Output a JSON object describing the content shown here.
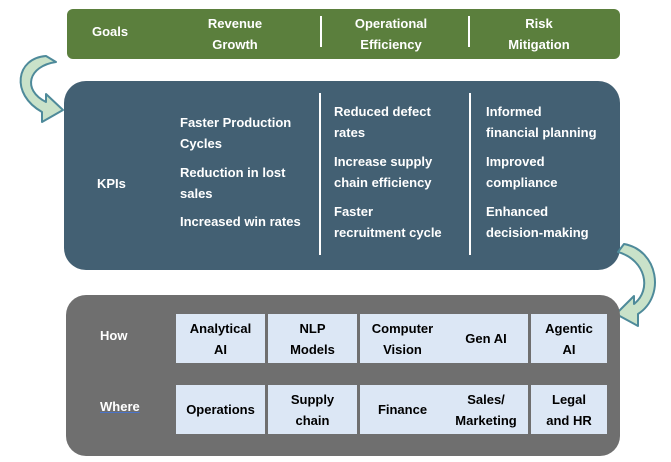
{
  "goals": {
    "label": "Goals",
    "items": [
      {
        "line1": "Revenue",
        "line2": "Growth"
      },
      {
        "line1": "Operational",
        "line2": "Efficiency"
      },
      {
        "line1": "Risk",
        "line2": "Mitigation"
      }
    ]
  },
  "kpis": {
    "label": "KPIs",
    "columns": [
      [
        "Faster Production Cycles",
        "Reduction in lost sales",
        "Increased win rates"
      ],
      [
        "Reduced defect rates",
        "Increase supply chain efficiency",
        "Faster recruitment cycle"
      ],
      [
        "Informed financial planning",
        "Improved compliance",
        "Enhanced decision-making"
      ]
    ],
    "column_lines": [
      [
        "Faster Production",
        "Cycles",
        "Reduction in lost",
        "sales",
        "Increased win rates"
      ],
      [
        "Reduced defect",
        "rates",
        "Increase supply",
        "chain efficiency",
        "Faster",
        "recruitment cycle"
      ],
      [
        "Informed",
        "financial planning",
        "Improved",
        "compliance",
        "Enhanced",
        "decision-making"
      ]
    ]
  },
  "how": {
    "label": "How",
    "items": [
      {
        "line1": "Analytical",
        "line2": "AI"
      },
      {
        "line1": "NLP",
        "line2": "Models"
      },
      {
        "line1": "Computer",
        "line2": "Vision"
      },
      {
        "line1": "Gen AI",
        "line2": ""
      },
      {
        "line1": "Agentic",
        "line2": "AI"
      }
    ]
  },
  "where": {
    "label": "Where",
    "items": [
      {
        "line1": "Operations",
        "line2": ""
      },
      {
        "line1": "Supply",
        "line2": "chain"
      },
      {
        "line1": "Finance",
        "line2": ""
      },
      {
        "line1": "Sales/",
        "line2": "Marketing"
      },
      {
        "line1": "Legal",
        "line2": "and HR"
      }
    ]
  },
  "colors": {
    "goals_bg": "#5b7f3d",
    "kpis_bg": "#436073",
    "how_bg": "#6f6f6f",
    "cell_bg": "#dce7f5",
    "arrow_fill": "#c9e2c9",
    "arrow_stroke": "#4e8a9a"
  }
}
